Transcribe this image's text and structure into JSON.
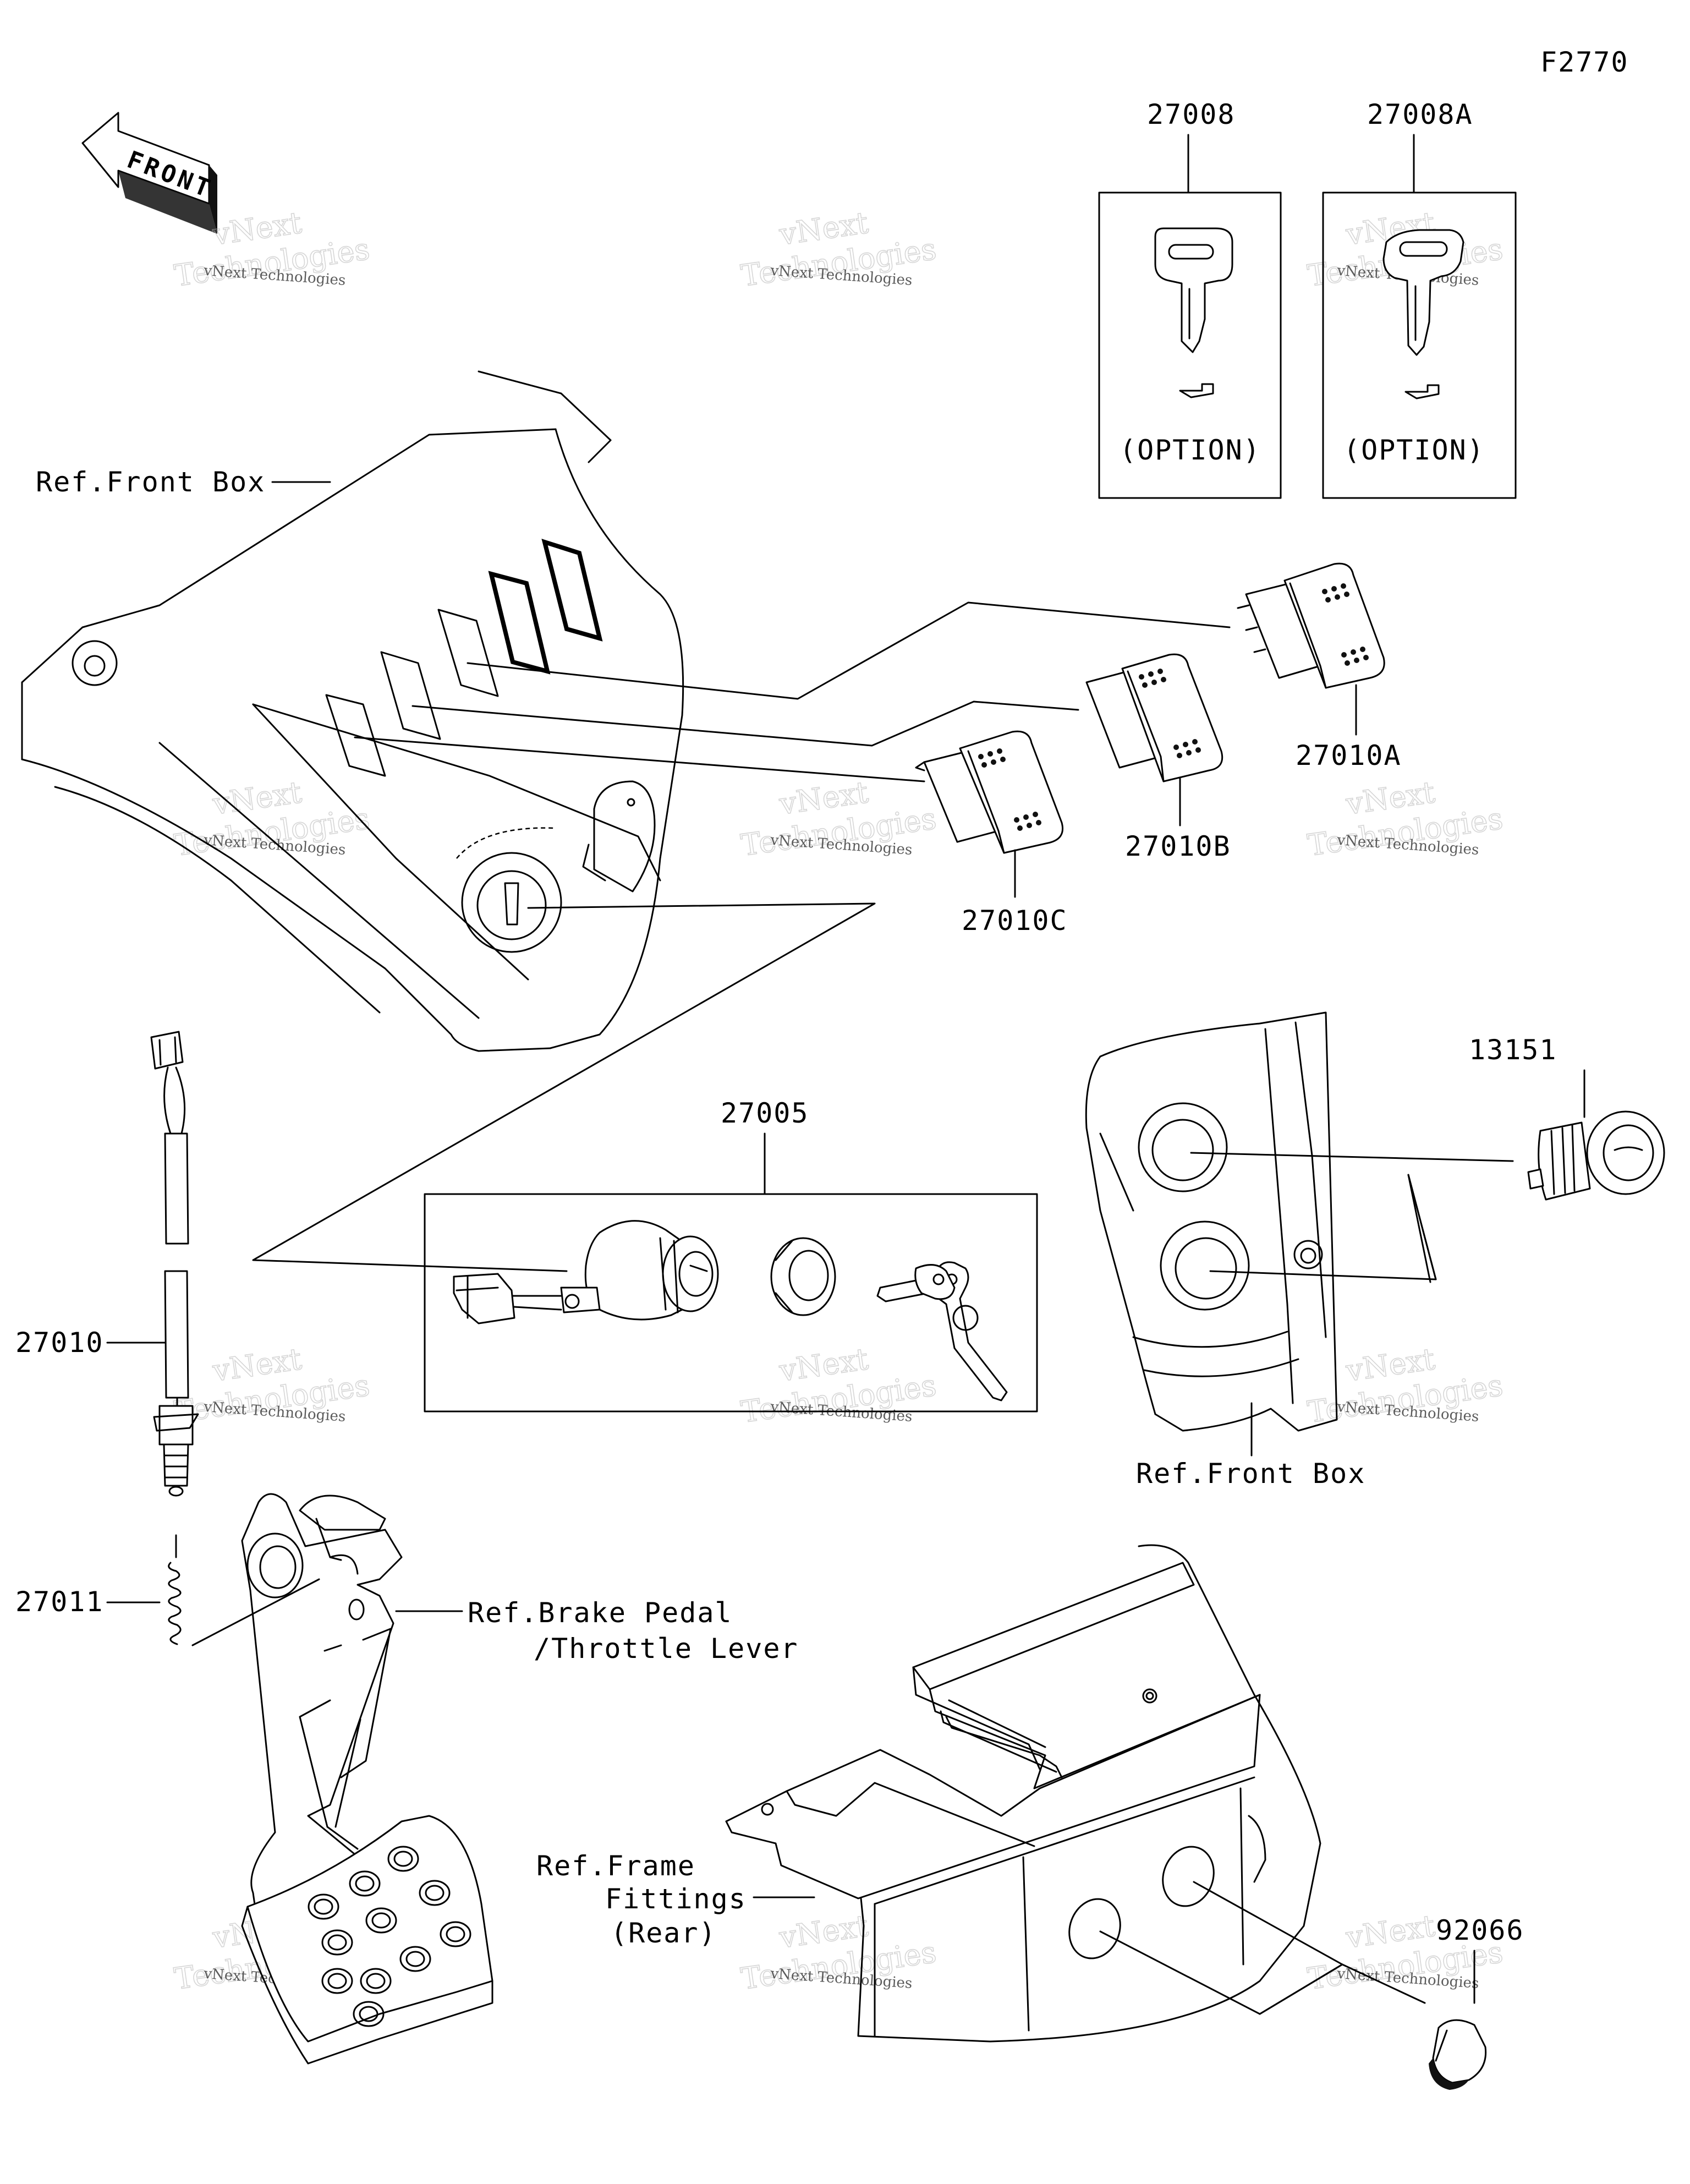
{
  "figure_code": "F2770",
  "front_arrow_text": "FRONT",
  "watermark": {
    "line1": "vNext Technologies",
    "line2": "vNext",
    "line3": "Technologies"
  },
  "labels": {
    "ref_front_box_top": "Ref.Front Box",
    "ref_front_box_right": "Ref.Front Box",
    "ref_brake_pedal_1": "Ref.Brake Pedal",
    "ref_brake_pedal_2": "/Throttle Lever",
    "ref_frame_1": "Ref.Frame",
    "ref_frame_2": "Fittings",
    "ref_frame_3": "(Rear)",
    "option_1": "(OPTION)",
    "option_2": "(OPTION)"
  },
  "part_numbers": {
    "p27008": "27008",
    "p27008A": "27008A",
    "p27010A": "27010A",
    "p27010B": "27010B",
    "p27010C": "27010C",
    "p27005": "27005",
    "p13151": "13151",
    "p27010": "27010",
    "p27011": "27011",
    "p92066": "92066"
  }
}
